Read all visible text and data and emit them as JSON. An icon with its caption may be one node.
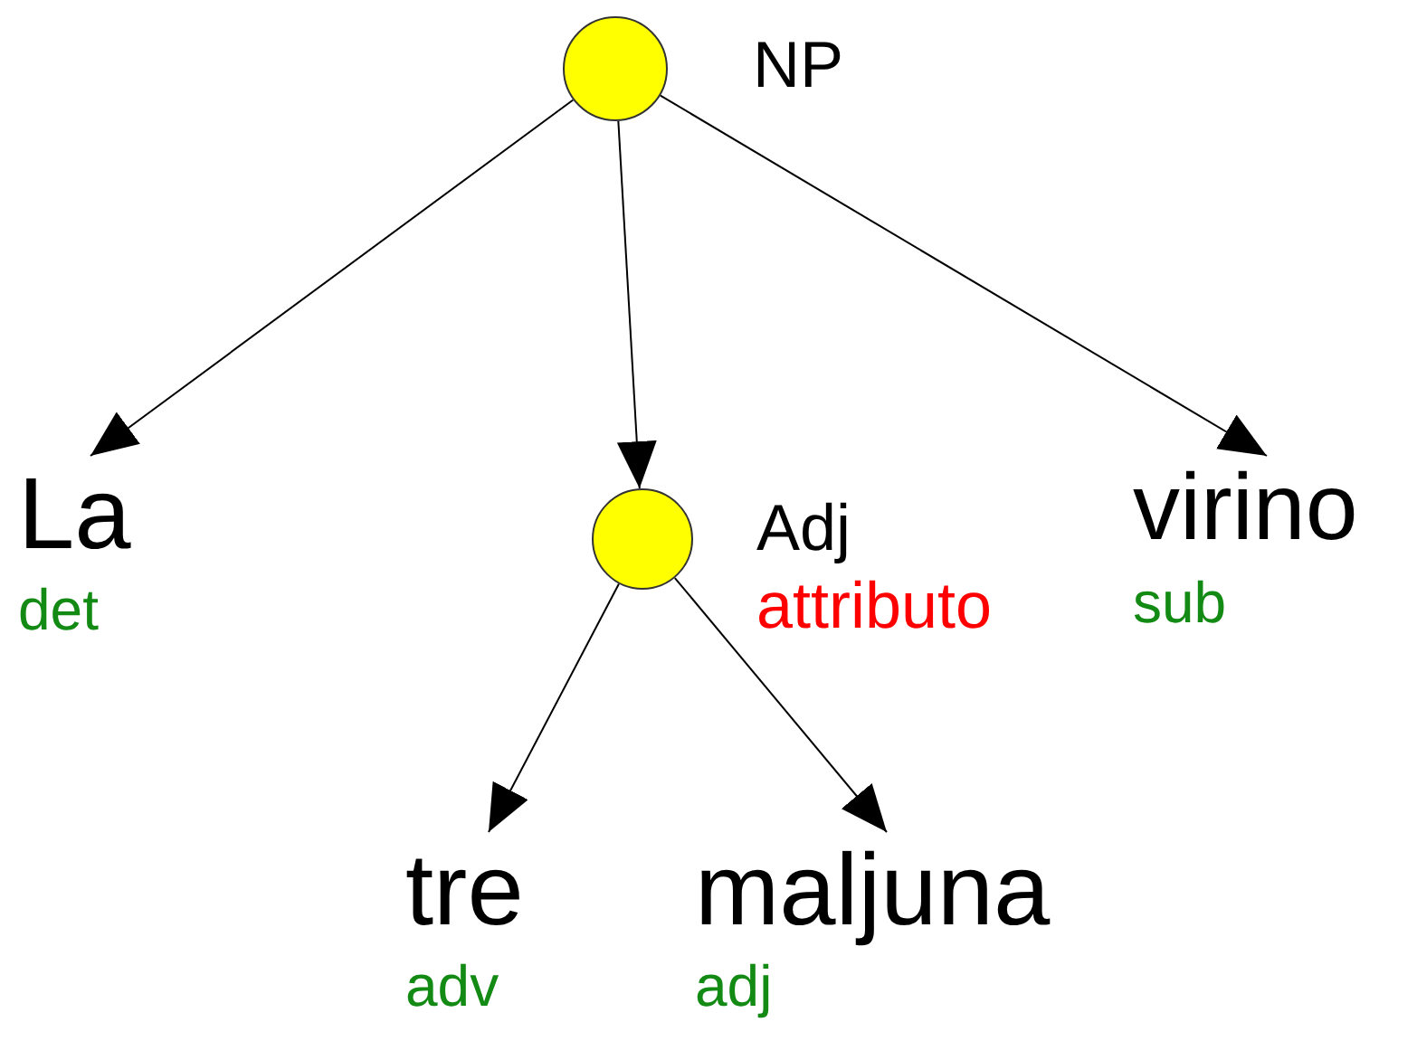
{
  "diagram": {
    "nodes": [
      {
        "text": [],
        "shape": "circle",
        "beside": [
          "NP"
        ]
      },
      {
        "text": [
          "La",
          "det"
        ]
      },
      {
        "text": [],
        "shape": "circle",
        "beside": [
          "Adj",
          "attributo"
        ]
      },
      {
        "text": [
          "virino",
          "sub"
        ]
      },
      {
        "text": [
          "tre",
          "adv"
        ]
      },
      {
        "text": [
          "maljuna",
          "adj"
        ]
      }
    ],
    "edges": [
      {
        "from": 0,
        "to": 1,
        "arrow": "to"
      },
      {
        "from": 0,
        "to": 2,
        "arrow": "to"
      },
      {
        "from": 0,
        "to": 3,
        "arrow": "to"
      },
      {
        "from": 2,
        "to": 4,
        "arrow": "to"
      },
      {
        "from": 2,
        "to": 5,
        "arrow": "to"
      }
    ]
  }
}
